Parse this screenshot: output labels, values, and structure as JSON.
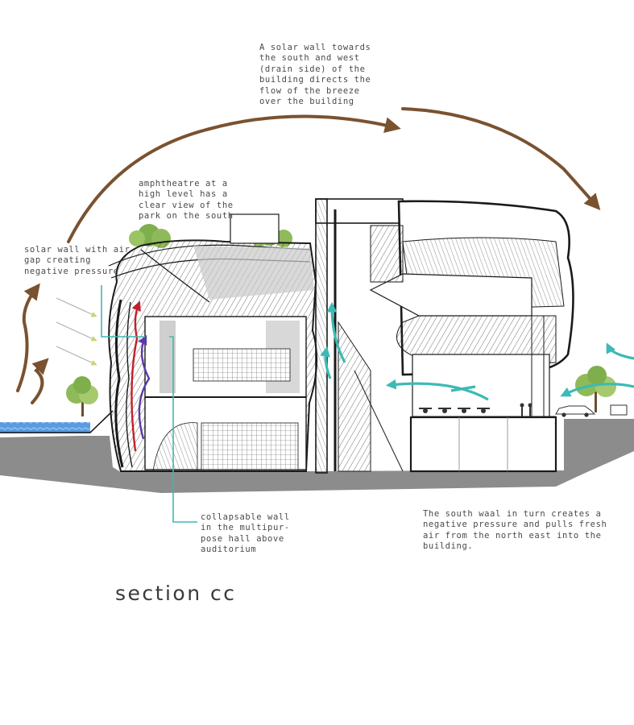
{
  "annotations": {
    "solar_wall_south_west": "A solar wall towards\nthe south and west\n(drain side) of the\nbuilding directs the\nflow of the breeze\nover the building",
    "amphitheatre": "amphtheatre at a\nhigh level has a\nclear view of the\npark on the south",
    "solar_wall_air_gap": "solar wall with air\ngap creating\nnegative pressure",
    "collapsable_wall": "collapsable wall\nin the multipur-\npose hall above\nauditorium",
    "south_wall": "The south waal in turn creates a\nnegative pressure and pulls fresh\nair from the north  east into the\nbuilding."
  },
  "section_title": "section cc",
  "colors": {
    "breeze_arrow": "#7a5230",
    "fresh_air_arrow": "#3cbab5",
    "leader_line": "#3fb8b0",
    "ground": "#8c8c8c",
    "water": "#4f8fd6",
    "tree": "#8fba5a",
    "linework": "#1a1a1a",
    "hot_air": "#c0202a",
    "cool_air": "#5b3aa8",
    "incoming_air": "#d9d98a"
  },
  "icons": [
    "breeze-arrow",
    "fresh-air-arrow",
    "tree",
    "car",
    "people"
  ]
}
